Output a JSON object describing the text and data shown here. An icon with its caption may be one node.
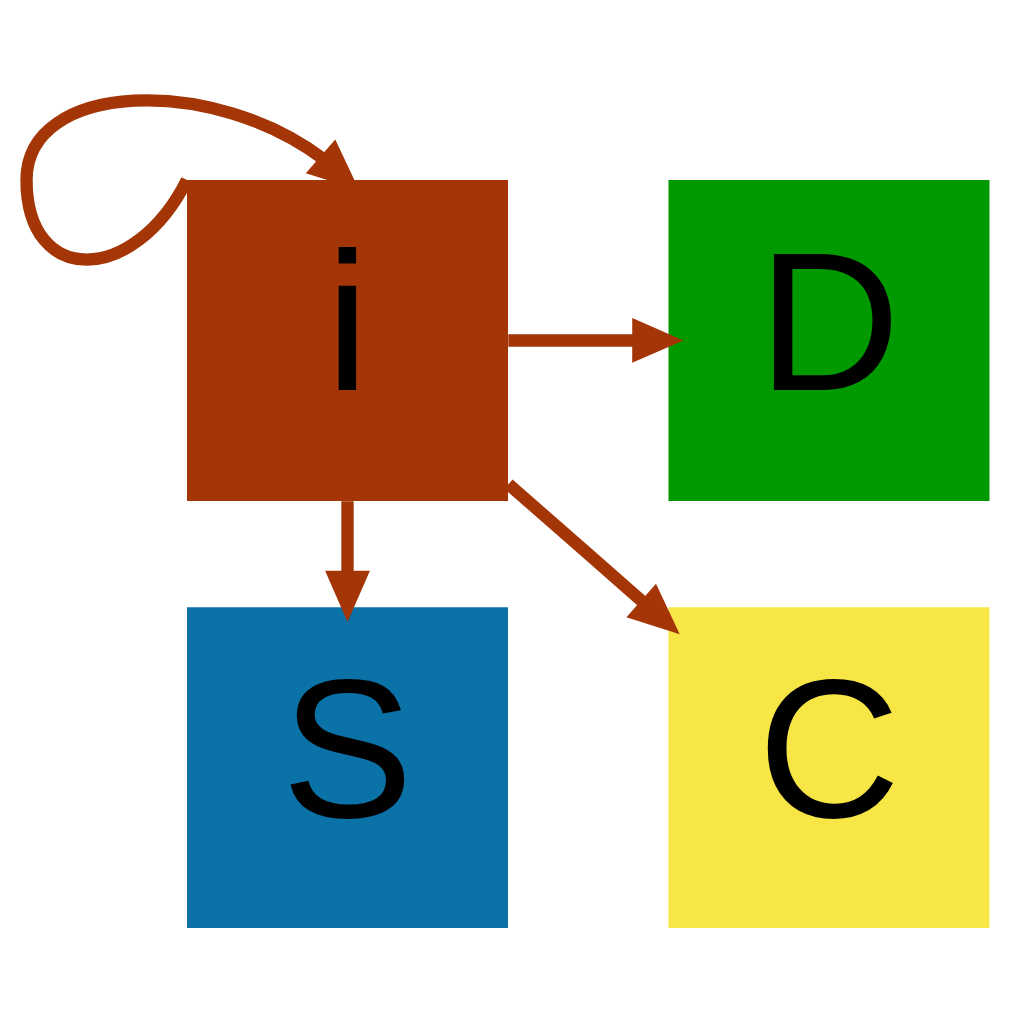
{
  "diagram": {
    "nodes": [
      {
        "text": [
          "D"
        ]
      },
      {
        "text": [
          "i"
        ]
      },
      {
        "text": [
          "C"
        ]
      },
      {
        "text": [
          "S"
        ]
      }
    ],
    "edges": [
      {
        "from": 1,
        "to": 1,
        "arrow": "to"
      },
      {
        "from": 1,
        "to": 0,
        "arrow": "to"
      },
      {
        "from": 1,
        "to": 2,
        "arrow": "to"
      },
      {
        "from": 1,
        "to": 3,
        "arrow": "to"
      }
    ]
  }
}
